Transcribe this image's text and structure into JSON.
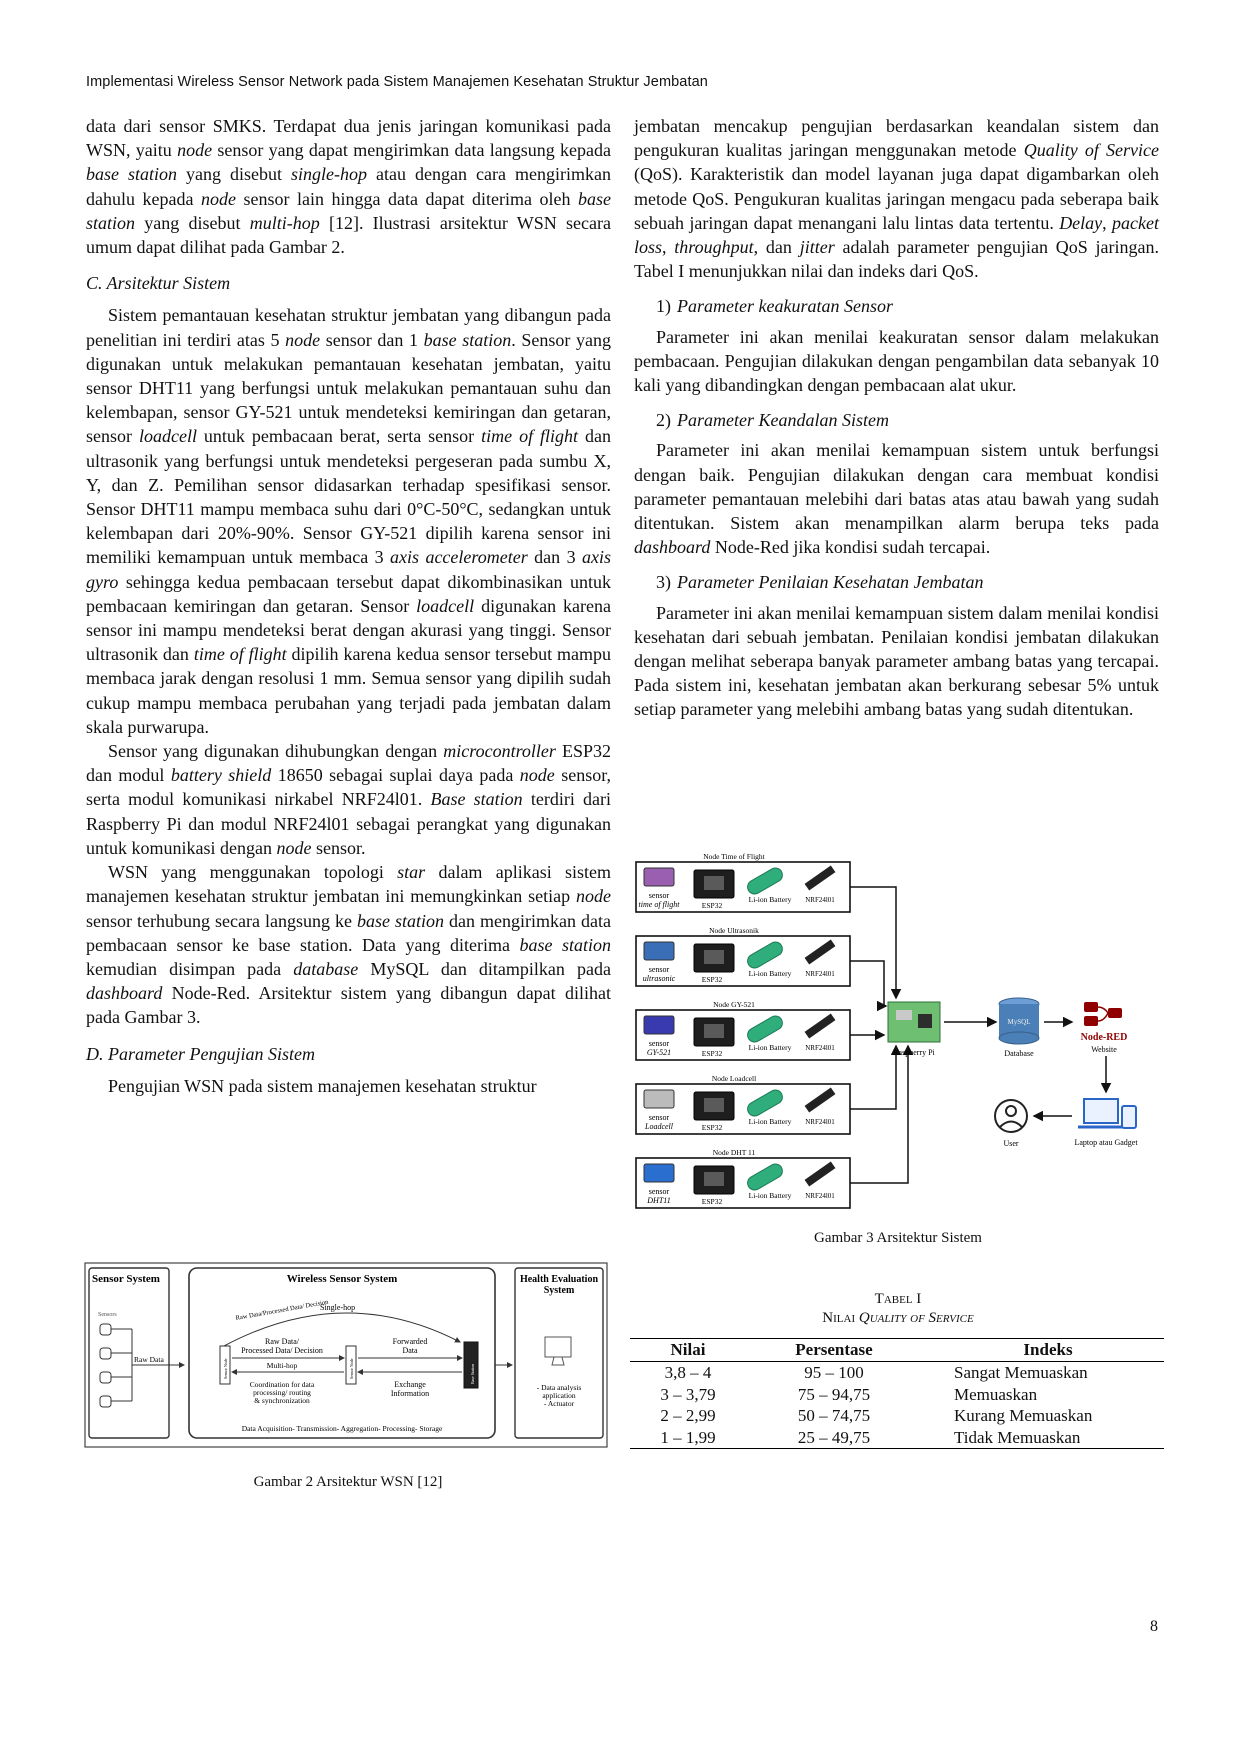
{
  "header": "Implementasi Wireless Sensor Network pada Sistem Manajemen Kesehatan Struktur Jembatan",
  "left": {
    "p1": [
      {
        "t": "data dari sensor SMKS. Terdapat dua jenis jaringan komunikasi pada WSN, yaitu "
      },
      {
        "t": "node",
        "i": 1
      },
      {
        "t": " sensor yang dapat mengirimkan data langsung kepada "
      },
      {
        "t": "base station",
        "i": 1
      },
      {
        "t": " yang disebut "
      },
      {
        "t": "single-hop",
        "i": 1
      },
      {
        "t": " atau dengan cara mengirimkan dahulu kepada "
      },
      {
        "t": "node",
        "i": 1
      },
      {
        "t": " sensor lain hingga data dapat diterima oleh "
      },
      {
        "t": "base station",
        "i": 1
      },
      {
        "t": " yang disebut "
      },
      {
        "t": "multi-hop",
        "i": 1
      },
      {
        "t": " [12]. Ilustrasi arsitektur WSN secara umum dapat dilihat pada Gambar 2."
      }
    ],
    "heading_c": "C.  Arsitektur Sistem",
    "p2": [
      {
        "t": "Sistem pemantauan kesehatan struktur jembatan yang dibangun pada penelitian ini terdiri atas 5 "
      },
      {
        "t": "node",
        "i": 1
      },
      {
        "t": " sensor dan 1 "
      },
      {
        "t": "base station",
        "i": 1
      },
      {
        "t": ". Sensor yang digunakan untuk melakukan pemantauan kesehatan jembatan, yaitu sensor DHT11 yang berfungsi untuk melakukan pemantauan suhu dan kelembapan, sensor GY-521 untuk mendeteksi kemiringan dan getaran, sensor "
      },
      {
        "t": "loadcell",
        "i": 1
      },
      {
        "t": " untuk pembacaan berat, serta sensor "
      },
      {
        "t": "time of flight",
        "i": 1
      },
      {
        "t": " dan ultrasonik yang berfungsi untuk mendeteksi pergeseran pada sumbu X, Y, dan Z. Pemilihan sensor didasarkan terhadap spesifikasi sensor. Sensor DHT11 mampu membaca suhu dari 0°C-50°C, sedangkan untuk kelembapan dari 20%-90%. Sensor GY-521 dipilih karena sensor ini memiliki kemampuan untuk membaca 3 "
      },
      {
        "t": "axis accelerometer",
        "i": 1
      },
      {
        "t": " dan 3 "
      },
      {
        "t": "axis gyro",
        "i": 1
      },
      {
        "t": " sehingga kedua pembacaan tersebut dapat dikombinasikan untuk pembacaan kemiringan dan getaran. Sensor "
      },
      {
        "t": "loadcell",
        "i": 1
      },
      {
        "t": " digunakan karena sensor ini mampu mendeteksi berat dengan akurasi yang tinggi. Sensor ultrasonik dan "
      },
      {
        "t": "time of flight",
        "i": 1
      },
      {
        "t": " dipilih karena kedua sensor tersebut mampu membaca jarak dengan resolusi 1 mm. Semua sensor yang dipilih sudah cukup mampu membaca perubahan yang terjadi pada jembatan dalam skala purwarupa."
      }
    ],
    "p3": [
      {
        "t": "Sensor yang digunakan dihubungkan dengan "
      },
      {
        "t": "microcontroller",
        "i": 1
      },
      {
        "t": " ESP32 dan modul "
      },
      {
        "t": "battery shield",
        "i": 1
      },
      {
        "t": " 18650 sebagai suplai daya pada "
      },
      {
        "t": "node",
        "i": 1
      },
      {
        "t": " sensor, serta modul komunikasi nirkabel NRF24l01. "
      },
      {
        "t": "Base station",
        "i": 1
      },
      {
        "t": " terdiri dari Raspberry Pi dan modul NRF24l01 sebagai perangkat yang digunakan untuk komunikasi dengan "
      },
      {
        "t": "node",
        "i": 1
      },
      {
        "t": " sensor."
      }
    ],
    "p4": [
      {
        "t": "WSN yang menggunakan topologi "
      },
      {
        "t": "star",
        "i": 1
      },
      {
        "t": " dalam aplikasi sistem manajemen kesehatan struktur jembatan ini memungkinkan setiap "
      },
      {
        "t": "node",
        "i": 1
      },
      {
        "t": " sensor terhubung secara langsung ke "
      },
      {
        "t": "base station",
        "i": 1
      },
      {
        "t": " dan mengirimkan data pembacaan sensor ke base station. Data yang diterima "
      },
      {
        "t": "base station",
        "i": 1
      },
      {
        "t": " kemudian disimpan pada "
      },
      {
        "t": "database",
        "i": 1
      },
      {
        "t": " MySQL dan ditampilkan pada "
      },
      {
        "t": "dashboard",
        "i": 1
      },
      {
        "t": " Node-Red. Arsitektur sistem yang dibangun dapat dilihat pada Gambar 3."
      }
    ],
    "heading_d": "D.  Parameter Pengujian Sistem",
    "p5": [
      {
        "t": "Pengujian WSN pada sistem manajemen kesehatan struktur"
      }
    ]
  },
  "right": {
    "p1": [
      {
        "t": "jembatan mencakup pengujian berdasarkan keandalan sistem dan pengukuran kualitas jaringan menggunakan metode "
      },
      {
        "t": "Quality of Service",
        "i": 1
      },
      {
        "t": " (QoS). Karakteristik dan model layanan juga dapat digambarkan oleh metode QoS. Pengukuran kualitas jaringan mengacu pada seberapa baik sebuah jaringan dapat menangani lalu lintas data tertentu. "
      },
      {
        "t": "Delay",
        "i": 1
      },
      {
        "t": ", "
      },
      {
        "t": "packet loss",
        "i": 1
      },
      {
        "t": ", "
      },
      {
        "t": "throughput",
        "i": 1
      },
      {
        "t": ", dan "
      },
      {
        "t": "jitter",
        "i": 1
      },
      {
        "t": " adalah parameter pengujian QoS jaringan. Tabel I menunjukkan nilai dan indeks dari QoS."
      }
    ],
    "s1_num": "1)",
    "s1_title": "Parameter keakuratan Sensor",
    "p2": [
      {
        "t": "Parameter ini akan menilai keakuratan sensor dalam melakukan pembacaan. Pengujian dilakukan dengan pengambilan data sebanyak 10 kali yang dibandingkan dengan pembacaan alat ukur."
      }
    ],
    "s2_num": "2)",
    "s2_title": "Parameter Keandalan Sistem",
    "p3": [
      {
        "t": "Parameter ini akan menilai kemampuan sistem untuk berfungsi dengan baik. Pengujian dilakukan dengan cara membuat kondisi parameter pemantauan melebihi dari batas atas atau bawah yang sudah ditentukan. Sistem akan menampilkan alarm berupa teks pada "
      },
      {
        "t": "dashboard",
        "i": 1
      },
      {
        "t": " Node-Red jika kondisi sudah tercapai."
      }
    ],
    "s3_num": "3)",
    "s3_title": "Parameter Penilaian Kesehatan Jembatan",
    "p4": [
      {
        "t": "Parameter ini akan menilai kemampuan sistem dalam menilai kondisi kesehatan dari sebuah jembatan. Penilaian kondisi jembatan dilakukan dengan melihat seberapa banyak parameter ambang batas yang tercapai. Pada sistem ini, kesehatan jembatan akan berkurang sebesar 5% untuk setiap parameter yang melebihi ambang batas yang sudah ditentukan."
      }
    ]
  },
  "fig2": {
    "caption": "Gambar 2 Arsitektur WSN [12]",
    "box_sensor": "Sensor System",
    "box_wsn": "Wireless Sensor System",
    "box_health_1": "Health Evaluation",
    "box_health_2": "System",
    "sensors": "Sensors",
    "raw_data": "Raw Data",
    "diag": "Raw Data/Processed Data/ Decision",
    "single_hop": "Single-hop",
    "proc_1": "Raw Data/",
    "proc_2": "Processed Data/ Decision",
    "multi_hop": "Multi-hop",
    "coord_1": "Coordination for data",
    "coord_2": "processing/ routing",
    "coord_3": "& synchronization",
    "fwd_1": "Forwarded",
    "fwd_2": "Data",
    "exch_1": "Exchange",
    "exch_2": "Information",
    "sensor_node": "Sensor Node",
    "base_station": "Base Station",
    "app_1": "- Data analysis",
    "app_2": "application",
    "app_3": "- Actuator",
    "footer": "Data Acquisition- Transmission- Aggregation- Processing- Storage"
  },
  "fig3": {
    "caption": "Gambar 3 Arsitektur Sistem",
    "nodes": [
      {
        "title": "Node Time of Flight",
        "s1": "sensor",
        "s2": "time of flight"
      },
      {
        "title": "Node Ultrasonik",
        "s1": "sensor",
        "s2": "ultrasonic"
      },
      {
        "title": "Node GY-521",
        "s1": "sensor",
        "s2": "GY-521"
      },
      {
        "title": "Node Loadcell",
        "s1": "sensor",
        "s2": "Loadcell"
      },
      {
        "title": "Node DHT 11",
        "s1": "sensor",
        "s2": "DHT11"
      }
    ],
    "esp": "ESP32",
    "battery": "Li-ion Battery",
    "nrf": "NRF24l01",
    "rpi": "Raspberry Pi",
    "database": "Database",
    "mysql": "MySQL",
    "nodered": "Node-RED",
    "website": "Website",
    "user": "User",
    "laptop": "Laptop atau Gadget"
  },
  "table": {
    "caption_1": "Tabel I",
    "caption_2a": "Nilai ",
    "caption_2b": "Quality of Service",
    "headers": [
      "Nilai",
      "Persentase",
      "Indeks"
    ],
    "rows": [
      [
        "3,8 – 4",
        "95 – 100",
        "Sangat Memuaskan"
      ],
      [
        "3 – 3,79",
        "75 – 94,75",
        "Memuaskan"
      ],
      [
        "2 – 2,99",
        "50 – 74,75",
        "Kurang Memuaskan"
      ],
      [
        "1 – 1,99",
        "25 – 49,75",
        "Tidak Memuaskan"
      ]
    ]
  },
  "page_number": "8",
  "colors": {
    "battery": "#2fae7b",
    "node_red": "#8f0000",
    "database": "#4a7fb8",
    "pcb": "#3a9a5b"
  }
}
